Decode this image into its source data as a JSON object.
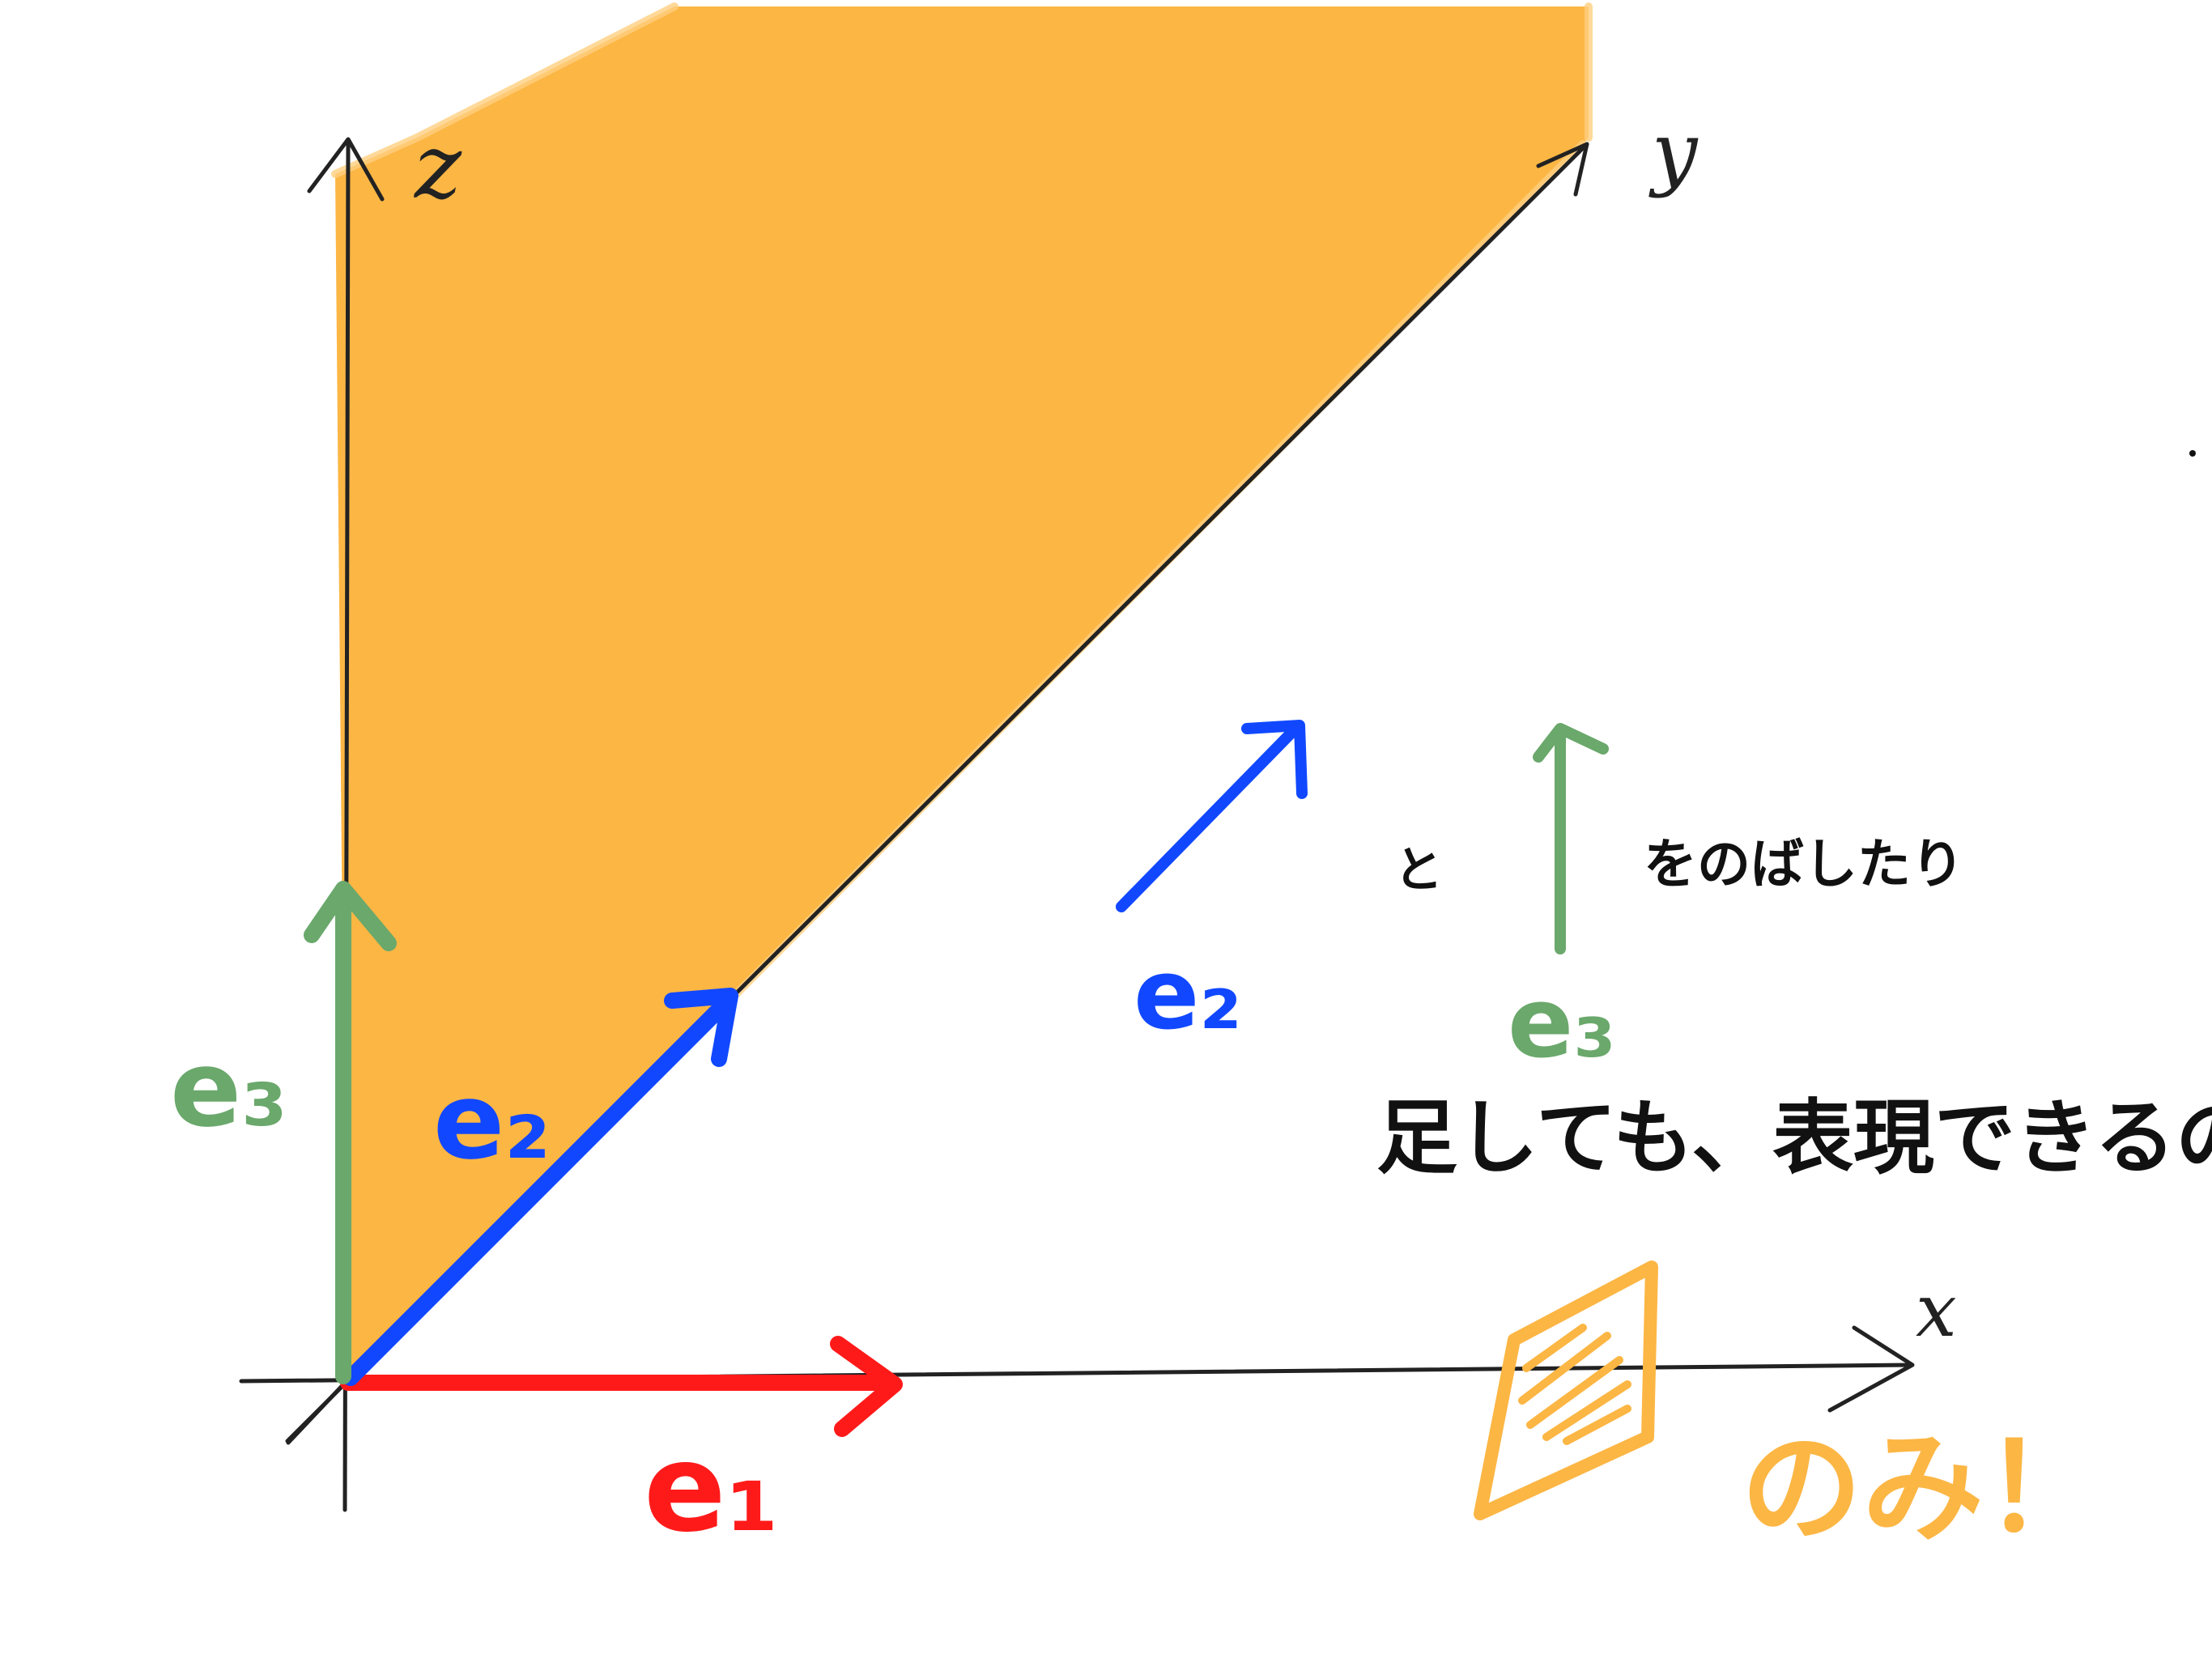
{
  "colors": {
    "axis": "#222222",
    "plane": "#fcb644",
    "plane_edge": "#ffcf80",
    "e1": "#ff1a1a",
    "e2": "#1148ff",
    "e3": "#6aa86b",
    "note": "#111111",
    "emphasis": "#fcb644"
  },
  "axes": {
    "x_label": "x",
    "y_label": "y",
    "z_label": "z"
  },
  "vectors": {
    "e1_label": "e₁",
    "e2_label": "e₂",
    "e3_label": "e₃"
  },
  "legend": {
    "e2_label": "e₂",
    "e3_label": "e₃",
    "to": "と",
    "stretch_text": "をのばしたり",
    "add_text": "足しても、表現できるのは",
    "only_text": "のみ！"
  },
  "icons": {
    "plane_symbol": "hatched-parallelogram-icon"
  }
}
